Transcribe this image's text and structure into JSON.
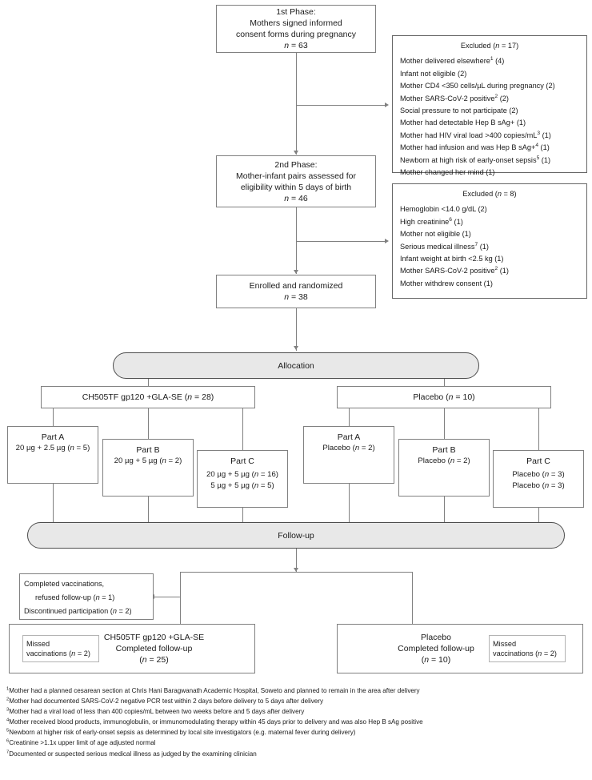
{
  "diagram": {
    "title": "CONSORT participant flow diagram",
    "nodes": {
      "phase1": {
        "l1": "1st Phase:",
        "l2": "Mothers signed informed",
        "l3": "consent forms during pregnancy",
        "l4_n": "n = 63"
      },
      "phase2": {
        "l1": "2nd Phase:",
        "l2": "Mother-infant pairs assessed for",
        "l3": "eligibility within 5 days of birth",
        "l4_n": "n = 46"
      },
      "enrolled": {
        "l1": "Enrolled and randomized",
        "l2_n": "n = 38"
      },
      "allocation_band": "Allocation",
      "followup_band": "Follow-up",
      "arm_vaccine": "CH505TF gp120 +GLA-SE (n = 28)",
      "arm_placebo": "Placebo (n = 10)",
      "vac_part_a": {
        "title": "Part A",
        "d1": "20 µg + 2.5 µg (n = 5)"
      },
      "vac_part_b": {
        "title": "Part B",
        "d1": "20 µg + 5 µg (n = 2)"
      },
      "vac_part_c": {
        "title": "Part C",
        "d1": "20 µg + 5 µg (n = 16)",
        "d2": "5 µg + 5 µg (n = 5)"
      },
      "pbo_part_a": {
        "title": "Part A",
        "d1": "Placebo (n = 2)"
      },
      "pbo_part_b": {
        "title": "Part B",
        "d1": "Placebo (n = 2)"
      },
      "pbo_part_c": {
        "title": "Part C",
        "d1": "Placebo (n = 3)",
        "d2": "Placebo (n = 3)"
      },
      "discontinued": {
        "l1": "Completed vaccinations,",
        "l2": "refused follow-up (n = 1)",
        "l3": "Discontinued participation (n = 2)"
      },
      "vac_followup": {
        "l1": "CH505TF gp120 +GLA-SE",
        "l2": "Completed follow-up",
        "l3_n": "(n = 25)"
      },
      "vac_missed": {
        "l1": "Missed",
        "l2": "vaccinations (n = 2)"
      },
      "pbo_followup": {
        "l1": "Placebo",
        "l2": "Completed follow-up",
        "l3_n": "(n = 10)"
      },
      "pbo_missed": {
        "l1": "Missed",
        "l2": "vaccinations (n = 2)"
      }
    },
    "excluded_1": {
      "header": "Excluded (n = 17)",
      "items": [
        "Mother delivered elsewhere¹ (4)",
        "Infant not eligible (2)",
        "Mother CD4 <350 cells/µL during pregnancy (2)",
        "Mother SARS-CoV-2 positive² (2)",
        "Social pressure to not participate (2)",
        "Mother had detectable Hep B sAg+ (1)",
        "Mother had HIV viral load >400 copies/mL³ (1)",
        "Mother had infusion and was Hep B sAg+⁴ (1)",
        "Newborn at high risk of early-onset sepsis⁵ (1)",
        "Mother changed her mind (1)"
      ]
    },
    "excluded_2": {
      "header": "Excluded (n = 8)",
      "items": [
        "Hemoglobin <14.0 g/dL (2)",
        "High creatinine⁶ (1)",
        "Mother not eligible (1)",
        "Serious medical illness⁷ (1)",
        "Infant weight at birth <2.5 kg (1)",
        "Mother SARS-CoV-2 positive² (1)",
        "Mother withdrew consent (1)"
      ]
    },
    "footnotes": [
      "¹Mother had a planned cesarean section at Chris Hani Baragwanath Academic Hospital, Soweto and planned to remain in the area after delivery",
      "²Mother had documented SARS-CoV-2 negative PCR test within 2 days before delivery to 5 days after delivery",
      "³Mother had a viral load of less than 400 copies/mL between two weeks before and 5 days after delivery",
      "⁴Mother received blood products, immunoglobulin, or immunomodulating therapy within 45 days prior to delivery and was also Hep B sAg positive",
      "⁵Newborn at higher risk of early-onset sepsis as determined by local site investigators (e.g. maternal fever during delivery)",
      "⁶Creatinine >1.1x upper limit of age adjusted normal",
      "⁷Documented or suspected serious medical illness as judged by the examining clinician"
    ],
    "colors": {
      "band_fill": "#e8e8e8",
      "band_border": "#4d4d4d",
      "box_border": "#808080",
      "line": "#808080",
      "text": "#1a1a1a"
    }
  }
}
